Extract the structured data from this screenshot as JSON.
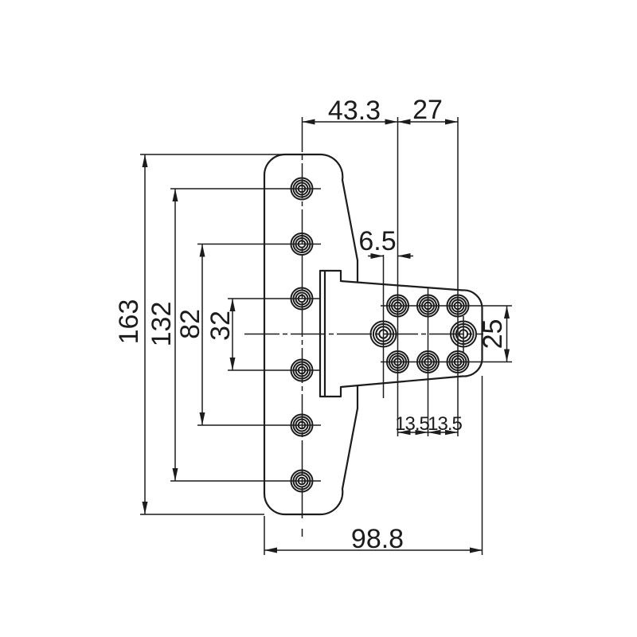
{
  "drawing": {
    "colors": {
      "line": "#1c1c1c",
      "background": "#ffffff"
    },
    "dims": {
      "top_left_width": "43.3",
      "top_right_width": "27",
      "total_height": "163",
      "outer_hole_span": "132",
      "mid_hole_span": "82",
      "inner_hole_span": "32",
      "arm_hole_offset": "6.5",
      "right_plate_hole_span": "25",
      "right_hole_pitch_a": "13.5",
      "right_hole_pitch_b": "13.5",
      "total_width": "98.8"
    }
  }
}
